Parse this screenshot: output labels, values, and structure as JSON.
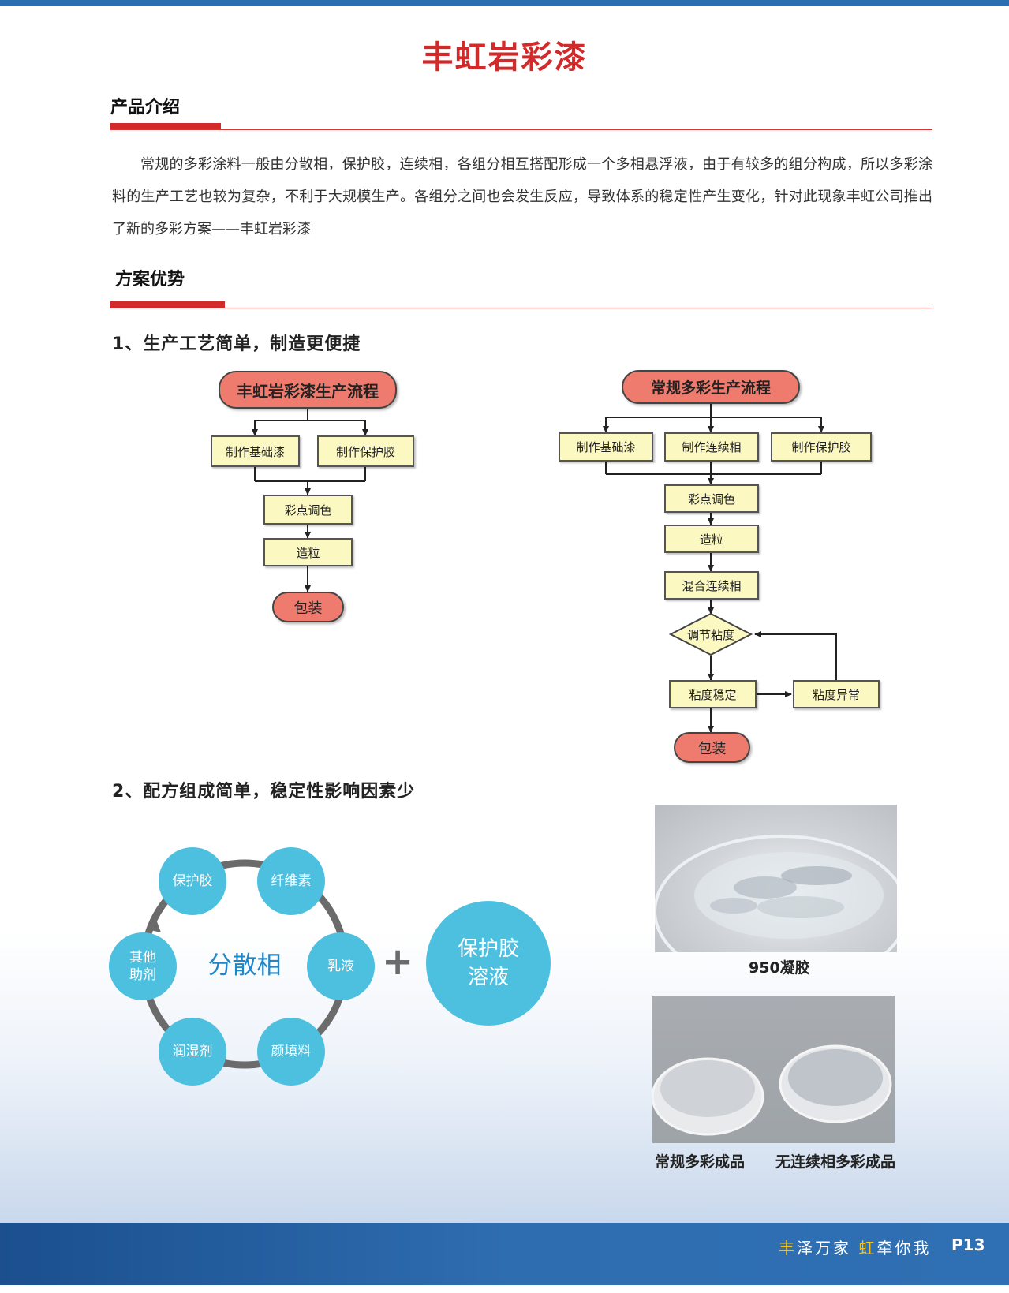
{
  "title": "丰虹岩彩漆",
  "section1": {
    "heading": "产品介绍",
    "body": "常规的多彩涂料一般由分散相，保护胶，连续相，各组分相互搭配形成一个多相悬浮液，由于有较多的组分构成，所以多彩涂料的生产工艺也较为复杂，不利于大规模生产。各组分之间也会发生反应，导致体系的稳定性产生变化，针对此现象丰虹公司推出了新的多彩方案——丰虹岩彩漆"
  },
  "section2": {
    "heading": "方案优势",
    "point1": "1、生产工艺简单，制造更便捷",
    "point2": "2、配方组成简单，稳定性影响因素少"
  },
  "flow_left": {
    "title": "丰虹岩彩漆生产流程",
    "step_a": "制作基础漆",
    "step_b": "制作保护胶",
    "step_c": "彩点调色",
    "step_d": "造粒",
    "end": "包装"
  },
  "flow_right": {
    "title": "常规多彩生产流程",
    "step_a": "制作基础漆",
    "step_b": "制作连续相",
    "step_c": "制作保护胶",
    "step_d": "彩点调色",
    "step_e": "造粒",
    "step_f": "混合连续相",
    "decision": "调节粘度",
    "step_ok": "粘度稳定",
    "step_bad": "粘度异常",
    "end": "包装"
  },
  "formula": {
    "center": "分散相",
    "nodes": {
      "protect": "保护胶",
      "fiber": "纤维素",
      "emulsion": "乳液",
      "filler": "颜填料",
      "wetting": "润湿剂",
      "other": "其他\n助剂"
    },
    "plus": "+",
    "solution": "保护胶\n溶液",
    "colors": {
      "circle": "#4dc0e0",
      "ring": "#6b6b6b",
      "center_text": "#1f86c8"
    }
  },
  "photos": {
    "gel_caption": "950凝胶",
    "product_caption_1": "常规多彩成品",
    "product_caption_2": "无连续相多彩成品"
  },
  "footer": {
    "slogan_a1": "丰",
    "slogan_a2": "泽万家 ",
    "slogan_b1": "虹",
    "slogan_b2": "牵你我",
    "page": "P13"
  },
  "colors": {
    "accent": "#d22a2a",
    "box_fill": "#fbf8c2",
    "pill_fill": "#ef7b6e",
    "footer": "#2e6db0"
  }
}
